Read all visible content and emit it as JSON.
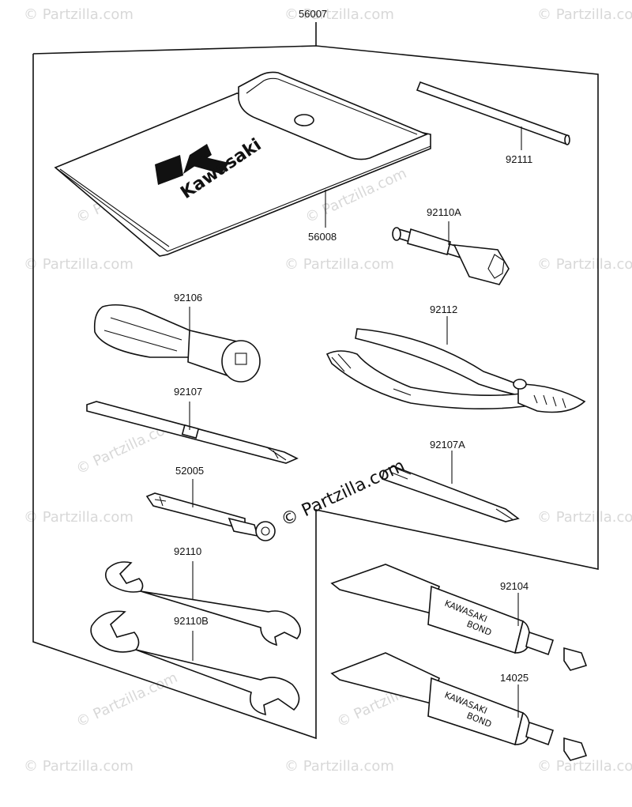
{
  "diagram": {
    "brand_text": "Kawasaki",
    "bond_label_line1": "KAWASAKI",
    "bond_label_line2": "BOND",
    "watermark": "© Partzilla.com",
    "parts": {
      "kit": "56007",
      "pouch": "56008",
      "rod": "92111",
      "socket_wrench": "92110A",
      "handle": "92106",
      "pliers": "92112",
      "screwdriver": "92107",
      "screwdriver_b": "92107A",
      "spark_tool": "52005",
      "wrench": "92110",
      "wrench_b": "92110B",
      "bond_a": "92104",
      "bond_b": "14025"
    }
  }
}
